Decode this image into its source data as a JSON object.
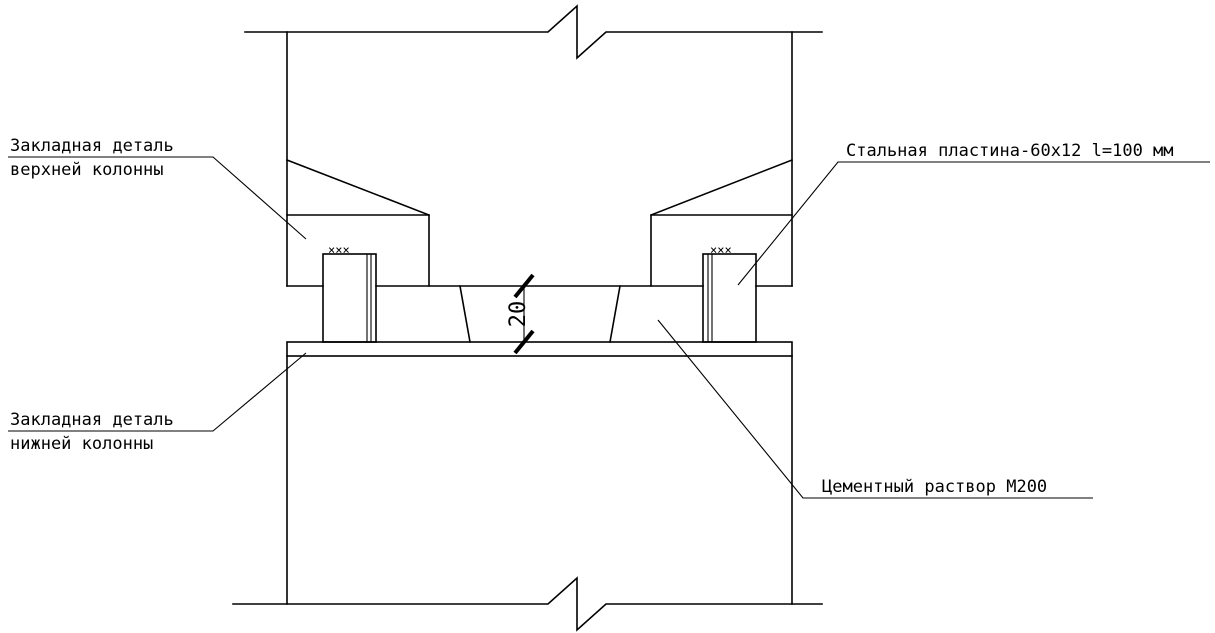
{
  "labels": {
    "upper_embed_line1": "Закладная деталь",
    "upper_embed_line2": "верхней колонны",
    "lower_embed_line1": "Закладная деталь",
    "lower_embed_line2": "нижней колонны",
    "steel_plate": "Стальная пластина-60х12 l=100 мм",
    "cement_mortar": "Цементный раствор М200"
  },
  "dimension": {
    "gap": "20"
  },
  "weld_marks": {
    "left": "×××",
    "right": "×××"
  }
}
